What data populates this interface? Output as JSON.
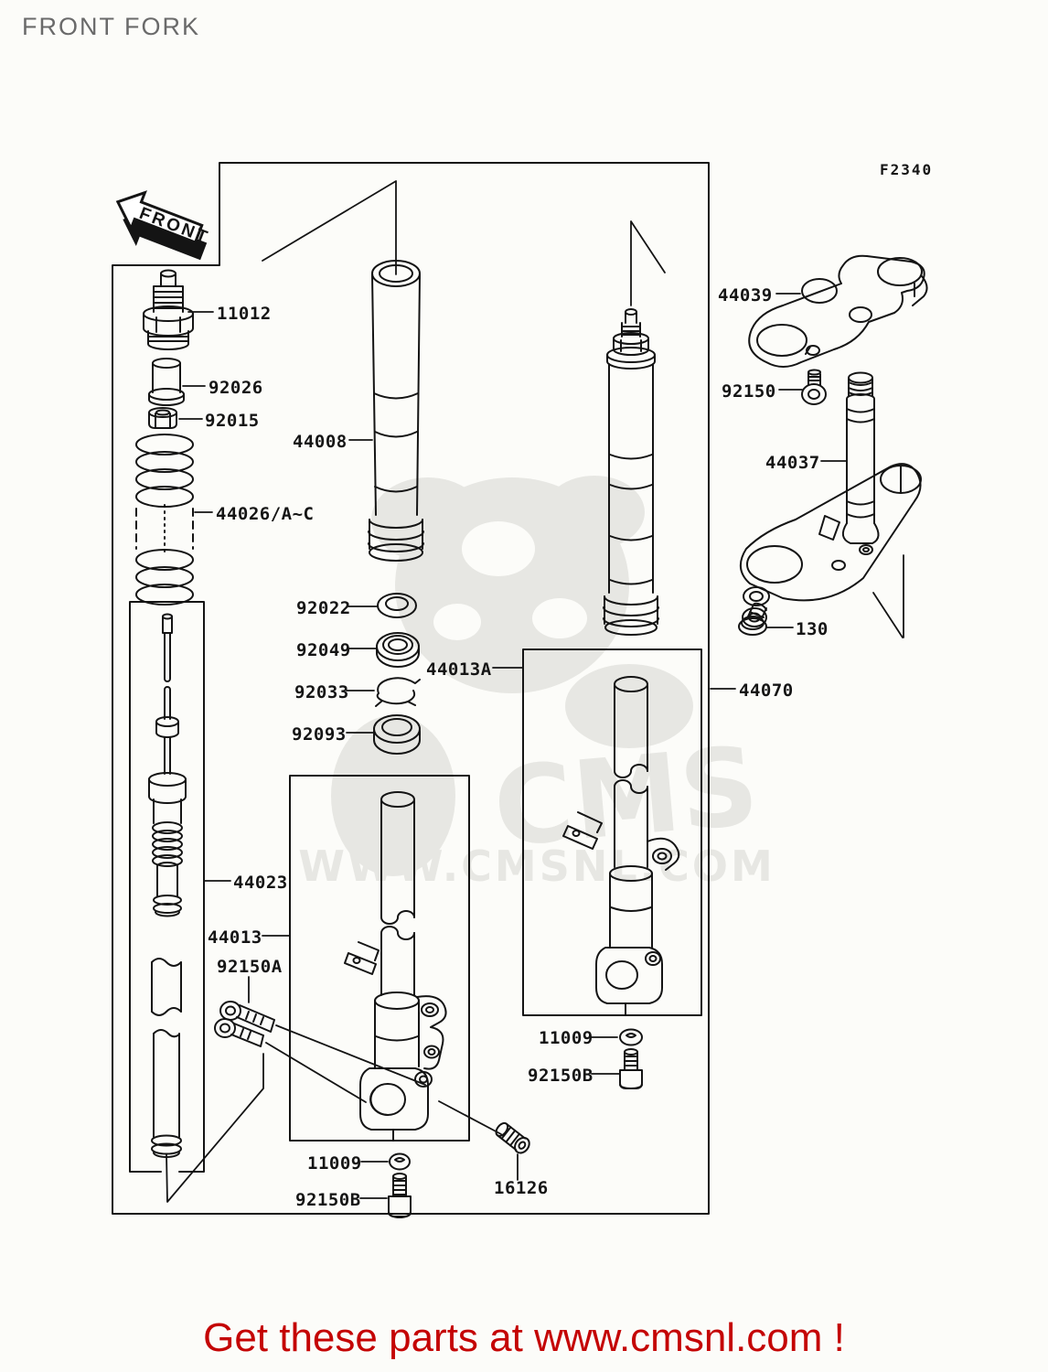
{
  "header": {
    "title": "FRONT FORK"
  },
  "diagram": {
    "code": "F2340",
    "front_arrow_label": "FRONT",
    "watermark": {
      "logo_text": "CMS",
      "site_text": "WWW.CMSNL.COM"
    },
    "callouts": [
      {
        "part_no": "11012"
      },
      {
        "part_no": "92026"
      },
      {
        "part_no": "92015"
      },
      {
        "part_no": "44026/A~C"
      },
      {
        "part_no": "44008"
      },
      {
        "part_no": "92022"
      },
      {
        "part_no": "92049"
      },
      {
        "part_no": "92033"
      },
      {
        "part_no": "92093"
      },
      {
        "part_no": "44013A"
      },
      {
        "part_no": "44070"
      },
      {
        "part_no": "44039"
      },
      {
        "part_no": "92150"
      },
      {
        "part_no": "44037"
      },
      {
        "part_no": "130"
      },
      {
        "part_no": "44023"
      },
      {
        "part_no": "44013"
      },
      {
        "part_no": "92150A"
      },
      {
        "part_no": "11009"
      },
      {
        "part_no": "92150B"
      },
      {
        "part_no": "16126"
      },
      {
        "part_no": "11009"
      },
      {
        "part_no": "92150B"
      }
    ]
  },
  "footer": {
    "promo": "Get these parts at www.cmsnl.com !"
  },
  "colors": {
    "line": "#141414",
    "title_gray": "#6a6a6a",
    "promo_red": "#c40404",
    "watermark_gray": "#e7e7e3",
    "background": "#fcfcf9"
  }
}
